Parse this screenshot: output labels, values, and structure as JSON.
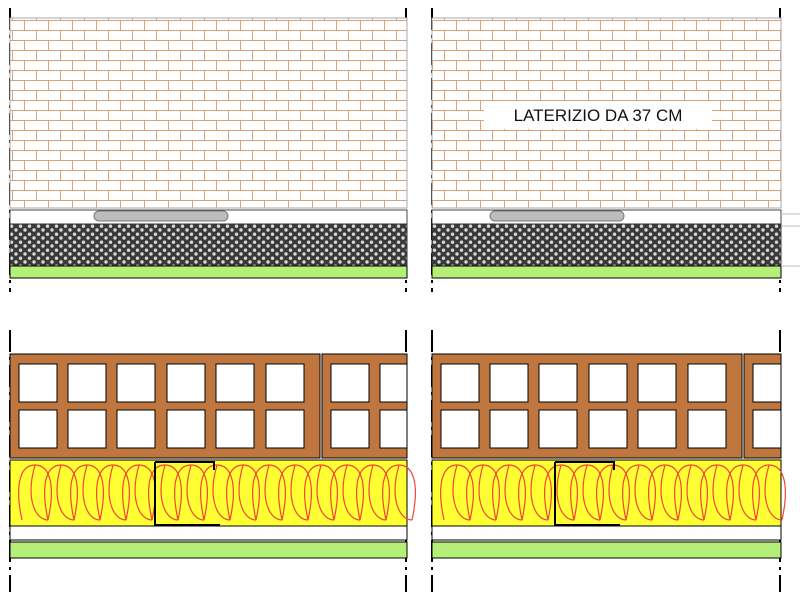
{
  "annotation": {
    "text": "LATERIZIO DA 37 CM"
  },
  "materials": {
    "brick_masonry": "brick-masonry",
    "mortar_bed": "mortar-bed",
    "gravel_fill": "gravel-fill",
    "membrane": "membrane-layer",
    "hollow_block": "hollow-clay-block",
    "insulation": "mineral-wool-insulation",
    "finish": "finish-layer"
  },
  "colors": {
    "brick_line": "#d9a27a",
    "gravel_bg": "#3a3a3a",
    "membrane": "#b5ef78",
    "block": "#c0773f",
    "insulation": "#ffff33",
    "insulation_wave": "#f44336",
    "finish": "#b5ef78",
    "outline": "#000000"
  }
}
